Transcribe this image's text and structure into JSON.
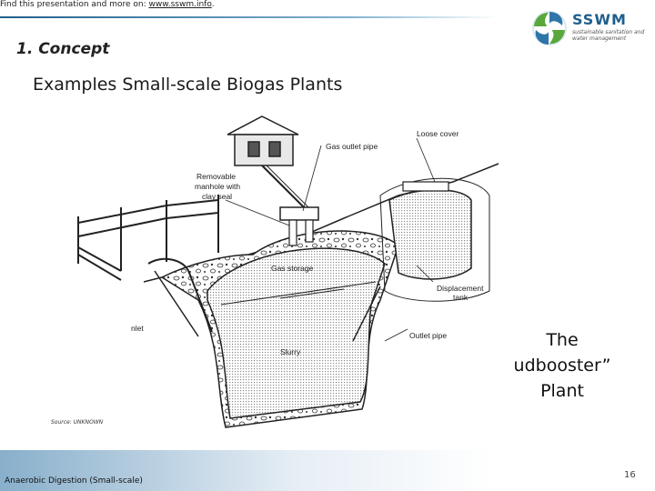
{
  "header": {
    "prefix": "Find this presentation and more on: ",
    "link": "www.sswm.info",
    "suffix": "."
  },
  "logo": {
    "name": "SSWM",
    "tagline": "sustainable sanitation and water management"
  },
  "section_title": "1. Concept",
  "slide_title": "Examples Small-scale Biogas Plants",
  "diagram_labels": {
    "loose_cover": "Loose cover",
    "gas_outlet_pipe": "Gas outlet pipe",
    "removable_manhole_1": "Removable",
    "removable_manhole_2": "manhole with",
    "removable_manhole_3": "clay seal",
    "gas_storage": "Gas storage",
    "displacement_1": "Displacement",
    "displacement_2": "tank",
    "inlet": "nlet",
    "outlet_pipe": "Outlet pipe",
    "slurry": "Slurry"
  },
  "caption": {
    "line1": "The",
    "line2": "udbooster”",
    "line3": "Plant"
  },
  "source": "Source: UNKNOWN",
  "footer": {
    "text": "Anaerobic Digestion (Small-scale)",
    "page_number": "16"
  }
}
